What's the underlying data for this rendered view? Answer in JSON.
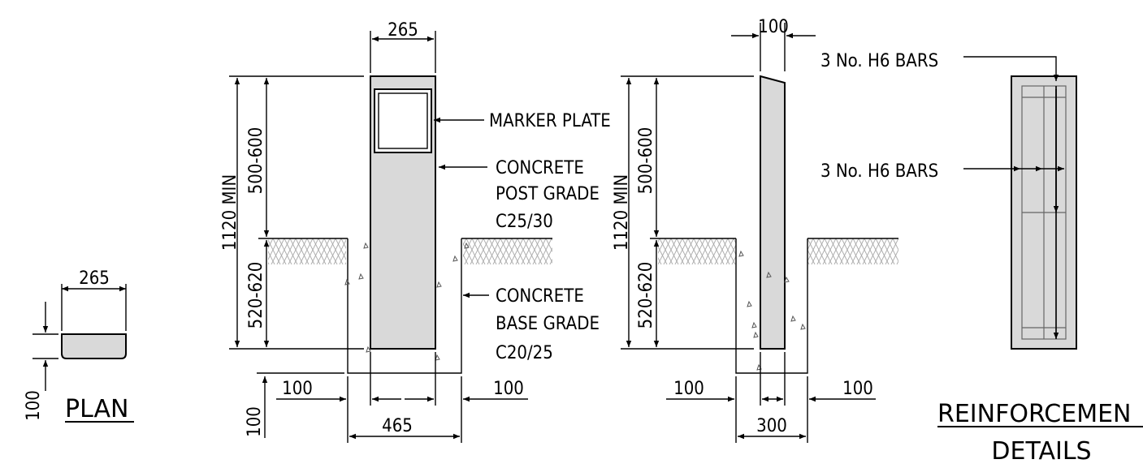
{
  "plan": {
    "width_dim": "265",
    "height_dim": "100",
    "title": "PLAN"
  },
  "elevation": {
    "top_width": "265",
    "overall_height": "1120 MIN",
    "above_ground": "500-600",
    "below_ground": "520-620",
    "left_clearance": "100",
    "right_clearance": "100",
    "bottom_clearance": "100",
    "base_width": "465",
    "marker_plate": "MARKER PLATE",
    "post_line1": "CONCRETE",
    "post_line2": "POST GRADE",
    "post_line3": "C25/30",
    "base_line1": "CONCRETE",
    "base_line2": "BASE GRADE",
    "base_line3": "C20/25"
  },
  "section": {
    "top_thickness": "100",
    "overall_height": "1120 MIN",
    "above_ground": "500-600",
    "below_ground": "520-620",
    "left_clearance": "100",
    "right_clearance": "100",
    "base_width": "300"
  },
  "reinforcement": {
    "bars_top": "3 No. H6 BARS",
    "bars_mid": "3 No. H6 BARS",
    "title_line1": "REINFORCEMEN",
    "title_line2": "DETAILS"
  }
}
